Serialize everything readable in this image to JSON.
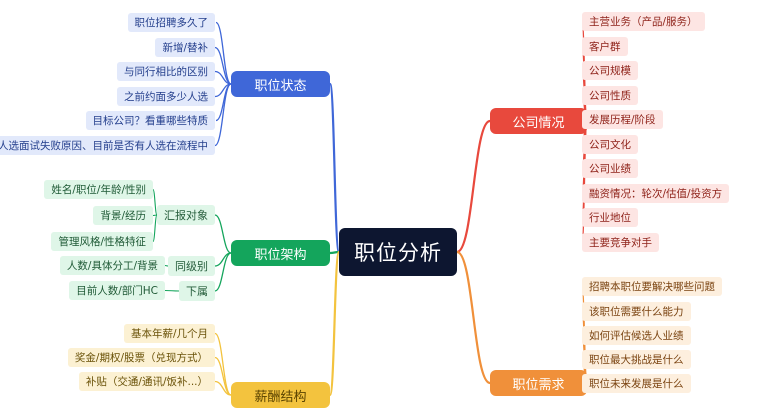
{
  "center": {
    "title": "职位分析"
  },
  "branches": {
    "status": {
      "label": "职位状态",
      "color": "#3f67d8",
      "items": [
        "职位招聘多久了",
        "新增/替补",
        "与同行相比的区别",
        "之前约面多少人选",
        "目标公司？看重哪些特质",
        "人选面试失败原因、目前是否有人选在流程中"
      ]
    },
    "company": {
      "label": "公司情况",
      "color": "#e8493d",
      "items": [
        "主营业务（产品/服务）",
        "客户群",
        "公司规模",
        "公司性质",
        "发展历程/阶段",
        "公司文化",
        "公司业绩",
        "融资情况：轮次/估值/投资方",
        "行业地位",
        "主要竞争对手"
      ]
    },
    "structure": {
      "label": "职位架构",
      "color": "#14a55c",
      "groups": [
        {
          "label": "汇报对象",
          "items": [
            "姓名/职位/年龄/性别",
            "背景/经历",
            "管理风格/性格特征"
          ]
        },
        {
          "label": "同级别",
          "items": [
            "人数/具体分工/背景"
          ]
        },
        {
          "label": "下属",
          "items": [
            "目前人数/部门HC"
          ]
        }
      ]
    },
    "needs": {
      "label": "职位需求",
      "color": "#f0903a",
      "items": [
        "招聘本职位要解决哪些问题",
        "该职位需要什么能力",
        "如何评估候选人业绩",
        "职位最大挑战是什么",
        "职位未来发展是什么"
      ]
    },
    "salary": {
      "label": "薪酬结构",
      "color": "#f3c33e",
      "items": [
        "基本年薪/几个月",
        "奖金/期权/股票（兑现方式）",
        "补贴（交通/通讯/饭补...）"
      ]
    }
  }
}
